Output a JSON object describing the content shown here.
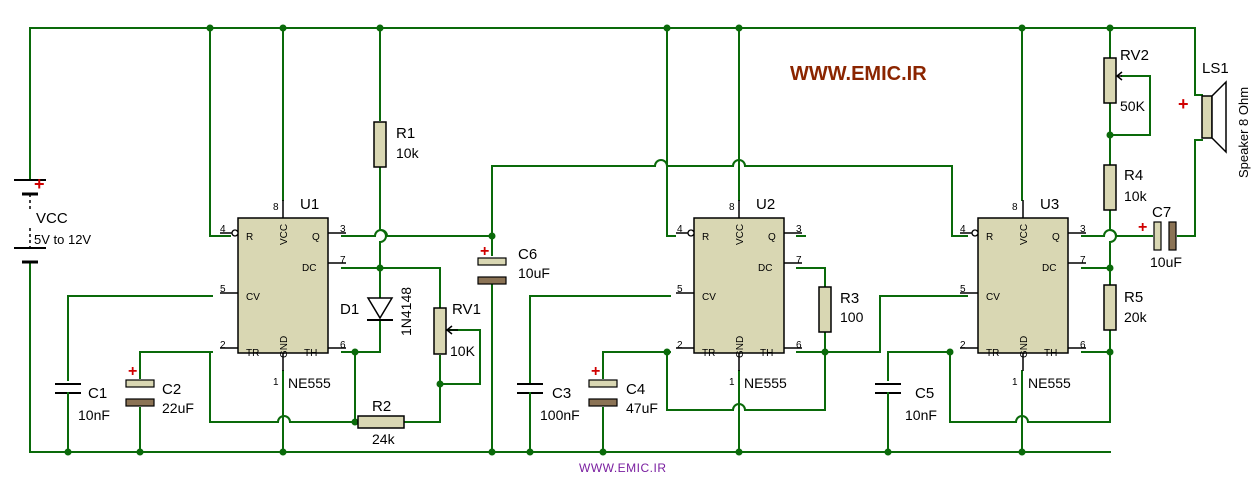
{
  "watermark_top": "WWW.EMIC.IR",
  "watermark_bottom": "WWW.EMIC.IR",
  "colors": {
    "wire": "#0a6a0a",
    "body": "#d9d7b3",
    "brand": "#8b2500",
    "polarity": "#d00000",
    "footer": "#7a1fa0"
  },
  "battery": {
    "ref": "VCC",
    "value": "5V to 12V"
  },
  "ics": [
    {
      "ref": "U1",
      "part": "NE555"
    },
    {
      "ref": "U2",
      "part": "NE555"
    },
    {
      "ref": "U3",
      "part": "NE555"
    }
  ],
  "ic_pins": {
    "R": "R",
    "VCC": "VCC",
    "Q": "Q",
    "DC": "DC",
    "CV": "CV",
    "TR": "TR",
    "GND": "GND",
    "TH": "TH",
    "n1": "1",
    "n2": "2",
    "n3": "3",
    "n4": "4",
    "n5": "5",
    "n6": "6",
    "n7": "7",
    "n8": "8"
  },
  "r1": {
    "ref": "R1",
    "value": "10k"
  },
  "r2": {
    "ref": "R2",
    "value": "24k"
  },
  "r3": {
    "ref": "R3",
    "value": "100"
  },
  "r4": {
    "ref": "R4",
    "value": "10k"
  },
  "r5": {
    "ref": "R5",
    "value": "20k"
  },
  "rv1": {
    "ref": "RV1",
    "value": "10K"
  },
  "rv2": {
    "ref": "RV2",
    "value": "50K"
  },
  "d1": {
    "ref": "D1",
    "value": "1N4148"
  },
  "c1": {
    "ref": "C1",
    "value": "10nF"
  },
  "c2": {
    "ref": "C2",
    "value": "22uF"
  },
  "c3": {
    "ref": "C3",
    "value": "100nF"
  },
  "c4": {
    "ref": "C4",
    "value": "47uF"
  },
  "c5": {
    "ref": "C5",
    "value": "10nF"
  },
  "c6": {
    "ref": "C6",
    "value": "10uF"
  },
  "c7": {
    "ref": "C7",
    "value": "10uF"
  },
  "ls1": {
    "ref": "LS1",
    "value": "Speaker 8 Ohm"
  },
  "plus": "+"
}
